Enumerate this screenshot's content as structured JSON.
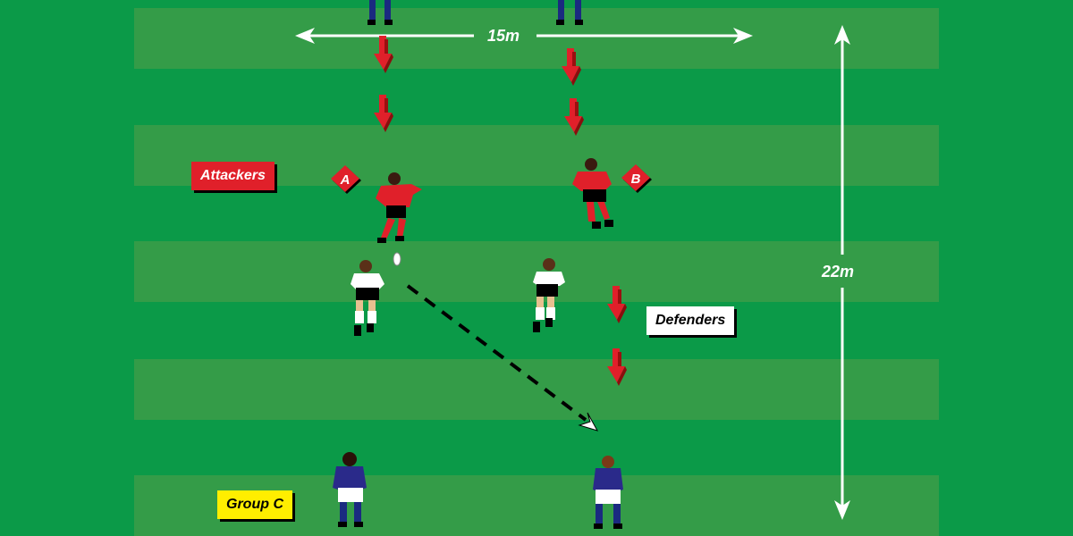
{
  "labels": {
    "attackers": "Attackers",
    "defenders": "Defenders",
    "group_c": "Group C",
    "marker_a": "A",
    "marker_b": "B"
  },
  "measurements": {
    "width": "15m",
    "length": "22m"
  },
  "colors": {
    "pitch_dark": "#0b9a48",
    "pitch_light": "#349c48",
    "attacker_red": "#e0202a",
    "defender_white": "#ffffff",
    "group_c_blue": "#2a2a8a",
    "group_c_label": "#ffee00"
  }
}
